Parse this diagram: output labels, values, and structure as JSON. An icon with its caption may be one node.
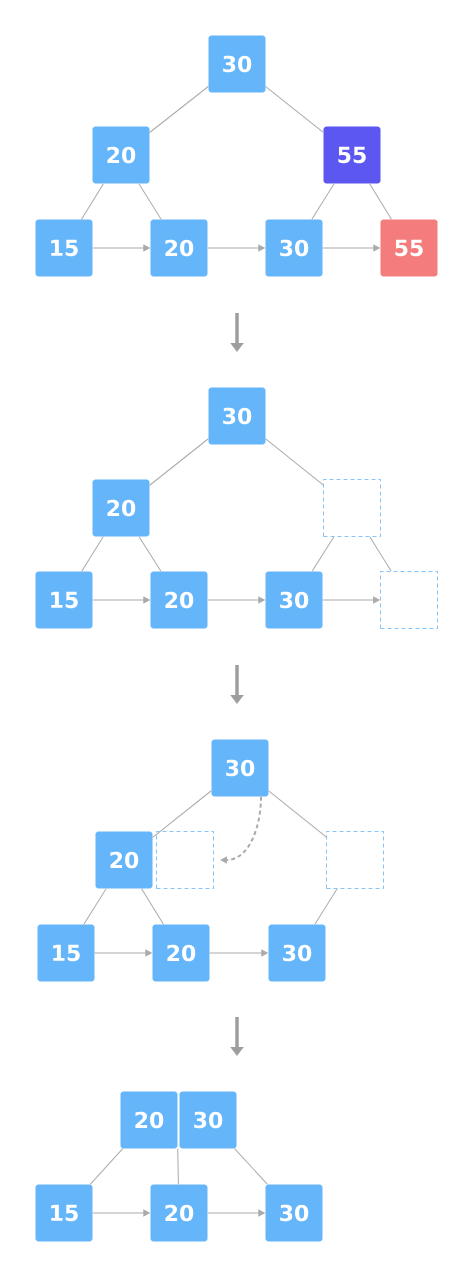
{
  "diagram": {
    "nodes": [
      {
        "text": [
          "30"
        ]
      },
      {
        "text": [
          "20"
        ]
      },
      {
        "text": [
          "55"
        ]
      },
      {
        "text": [
          "15"
        ]
      },
      {
        "text": [
          "20"
        ]
      },
      {
        "text": [
          "30"
        ]
      },
      {
        "text": [
          "55"
        ]
      },
      {
        "text": [
          "30"
        ]
      },
      {
        "text": [
          "20"
        ]
      },
      {
        "text": [],
        "shape": "box"
      },
      {
        "text": [
          "15"
        ]
      },
      {
        "text": [
          "20"
        ]
      },
      {
        "text": [
          "30"
        ]
      },
      {
        "text": [],
        "shape": "box"
      },
      {
        "text": [
          "30"
        ]
      },
      {
        "text": [
          "20"
        ]
      },
      {
        "text": [],
        "shape": "box"
      },
      {
        "text": [],
        "shape": "box"
      },
      {
        "text": [
          "15"
        ]
      },
      {
        "text": [
          "20"
        ]
      },
      {
        "text": [
          "30"
        ]
      },
      {
        "text": [
          "20"
        ]
      },
      {
        "text": [
          "30"
        ]
      },
      {
        "text": [
          "15"
        ]
      },
      {
        "text": [
          "20"
        ]
      },
      {
        "text": [
          "30"
        ]
      }
    ],
    "edges": [
      {
        "from": 0,
        "to": 1,
        "arrow": "none"
      },
      {
        "from": 0,
        "to": 2,
        "arrow": "none"
      },
      {
        "from": 1,
        "to": 3,
        "arrow": "none"
      },
      {
        "from": 1,
        "to": 4,
        "arrow": "none"
      },
      {
        "from": 2,
        "to": 5,
        "arrow": "none"
      },
      {
        "from": 2,
        "to": 6,
        "arrow": "none"
      },
      {
        "from": 3,
        "to": 4,
        "arrow": "to"
      },
      {
        "from": 4,
        "to": 5,
        "arrow": "to"
      },
      {
        "from": 5,
        "to": 6,
        "arrow": "to"
      },
      {
        "from": 7,
        "to": 8,
        "arrow": "none"
      },
      {
        "from": 7,
        "to": 9,
        "arrow": "none"
      },
      {
        "from": 8,
        "to": 10,
        "arrow": "none"
      },
      {
        "from": 8,
        "to": 11,
        "arrow": "none"
      },
      {
        "from": 9,
        "to": 12,
        "arrow": "none"
      },
      {
        "from": 9,
        "to": 13,
        "arrow": "none"
      },
      {
        "from": 10,
        "to": 11,
        "arrow": "to"
      },
      {
        "from": 11,
        "to": 12,
        "arrow": "to"
      },
      {
        "from": 12,
        "to": 13,
        "arrow": "to"
      },
      {
        "from": 14,
        "to": 15,
        "arrow": "none"
      },
      {
        "from": 14,
        "to": 17,
        "arrow": "none"
      },
      {
        "from": 14,
        "to": 16,
        "arrow": "to",
        "style": "dashed"
      },
      {
        "from": 15,
        "to": 18,
        "arrow": "none"
      },
      {
        "from": 15,
        "to": 19,
        "arrow": "none"
      },
      {
        "from": 17,
        "to": 20,
        "arrow": "none"
      },
      {
        "from": 18,
        "to": 19,
        "arrow": "to"
      },
      {
        "from": 19,
        "to": 20,
        "arrow": "to"
      },
      {
        "from": 21,
        "to": 23,
        "arrow": "none"
      },
      {
        "from": 21,
        "to": 24,
        "arrow": "none"
      },
      {
        "from": 22,
        "to": 25,
        "arrow": "none"
      },
      {
        "from": 23,
        "to": 24,
        "arrow": "to"
      },
      {
        "from": 24,
        "to": 25,
        "arrow": "to"
      }
    ]
  }
}
